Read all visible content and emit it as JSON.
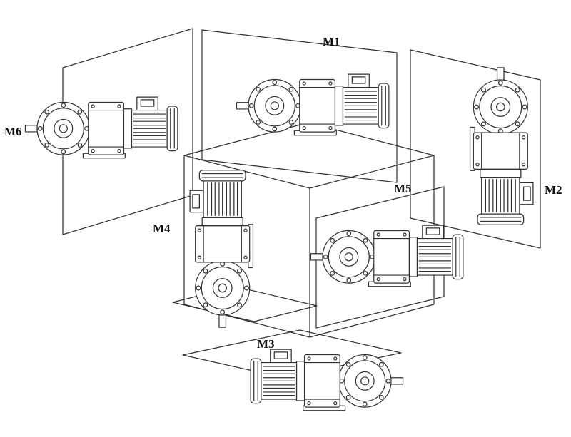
{
  "diagram": {
    "name": "gearmotor-mounting-positions",
    "colors": {
      "line": "#2f2f2f",
      "surface": "#ffffff"
    },
    "positions": [
      {
        "id": "m1",
        "label": "M1",
        "orientation": "horizontal, output shaft left",
        "location": "top-center"
      },
      {
        "id": "m2",
        "label": "M2",
        "orientation": "vertical, output shaft up",
        "location": "right"
      },
      {
        "id": "m3",
        "label": "M3",
        "orientation": "horizontal inverted, output shaft right",
        "location": "bottom-center"
      },
      {
        "id": "m4",
        "label": "M4",
        "orientation": "vertical, output shaft down",
        "location": "center-left"
      },
      {
        "id": "m5",
        "label": "M5",
        "orientation": "horizontal, output shaft left",
        "location": "center-right"
      },
      {
        "id": "m6",
        "label": "M6",
        "orientation": "horizontal, output shaft left",
        "location": "far-left"
      }
    ]
  }
}
